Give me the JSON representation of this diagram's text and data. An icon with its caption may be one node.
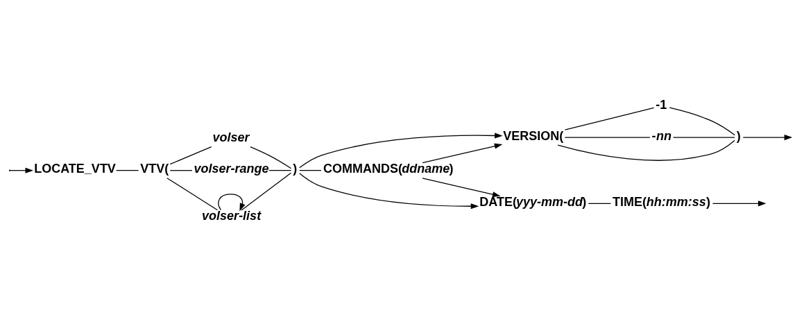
{
  "diagram": {
    "nodes": [
      {
        "text": [
          "LOCATE_VTV"
        ]
      },
      {
        "text": [
          "VTV("
        ]
      },
      {
        "text": [
          "volser"
        ]
      },
      {
        "text": [
          "volser-range"
        ]
      },
      {
        "text": [
          "volser-list"
        ]
      },
      {
        "text": [
          ")"
        ]
      },
      {
        "text": [
          "COMMANDS(*ddname*)"
        ]
      },
      {
        "text": [
          "VERSION("
        ]
      },
      {
        "text": [
          "-1"
        ]
      },
      {
        "text": [
          "-*nn*"
        ]
      },
      {
        "text": [
          ")"
        ]
      },
      {
        "text": [
          "DATE(*yyy-mm-dd*)"
        ]
      },
      {
        "text": [
          "TIME(*hh:mm:ss*)"
        ]
      }
    ],
    "edges": [
      {
        "from": null,
        "to": 0,
        "arrow": "to"
      },
      {
        "from": 0,
        "to": 1,
        "arrow": "none"
      },
      {
        "from": 1,
        "to": 2,
        "arrow": "none"
      },
      {
        "from": 1,
        "to": 3,
        "arrow": "none"
      },
      {
        "from": 1,
        "to": 4,
        "arrow": "none"
      },
      {
        "from": 4,
        "to": 4,
        "arrow": "to"
      },
      {
        "from": 2,
        "to": 5,
        "arrow": "none"
      },
      {
        "from": 3,
        "to": 5,
        "arrow": "none"
      },
      {
        "from": 4,
        "to": 5,
        "arrow": "none"
      },
      {
        "from": 5,
        "to": 6,
        "arrow": "none"
      },
      {
        "from": 5,
        "to": 7,
        "arrow": "to"
      },
      {
        "from": 6,
        "to": 7,
        "arrow": "to"
      },
      {
        "from": 5,
        "to": 11,
        "arrow": "to"
      },
      {
        "from": 6,
        "to": 11,
        "arrow": "to"
      },
      {
        "from": 7,
        "to": 8,
        "arrow": "none"
      },
      {
        "from": 7,
        "to": 9,
        "arrow": "none"
      },
      {
        "from": 7,
        "to": 10,
        "arrow": "none"
      },
      {
        "from": 8,
        "to": 10,
        "arrow": "none"
      },
      {
        "from": 9,
        "to": 10,
        "arrow": "none"
      },
      {
        "from": 11,
        "to": 12,
        "arrow": "none"
      },
      {
        "from": 10,
        "to": null,
        "arrow": "to"
      },
      {
        "from": 12,
        "to": null,
        "arrow": "to"
      }
    ]
  }
}
